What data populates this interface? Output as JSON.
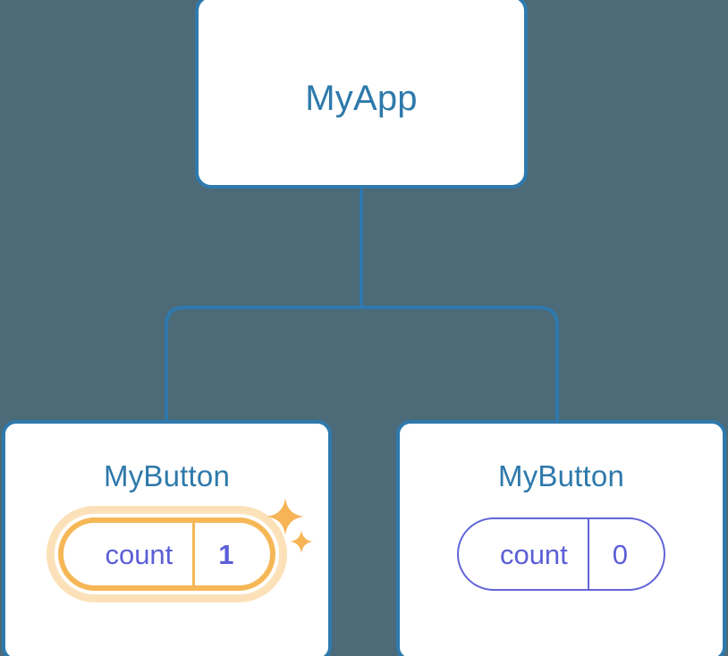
{
  "diagram": {
    "type": "component-tree",
    "background_color": "#4c6a77",
    "node_border_color": "#2f79ad",
    "node_title_color": "#2e79ab",
    "connector_color": "#2f79ad",
    "state_color": "#5b5fd6",
    "highlight_color": "#f6b756",
    "highlight_glow_color": "#fbdcab"
  },
  "root": {
    "title": "MyApp"
  },
  "children": [
    {
      "title": "MyButton",
      "state": {
        "key": "count",
        "value": "1"
      },
      "highlighted": true,
      "sparkles": [
        "sparkle-large-icon",
        "sparkle-small-icon"
      ]
    },
    {
      "title": "MyButton",
      "state": {
        "key": "count",
        "value": "0"
      },
      "highlighted": false,
      "sparkles": []
    }
  ]
}
